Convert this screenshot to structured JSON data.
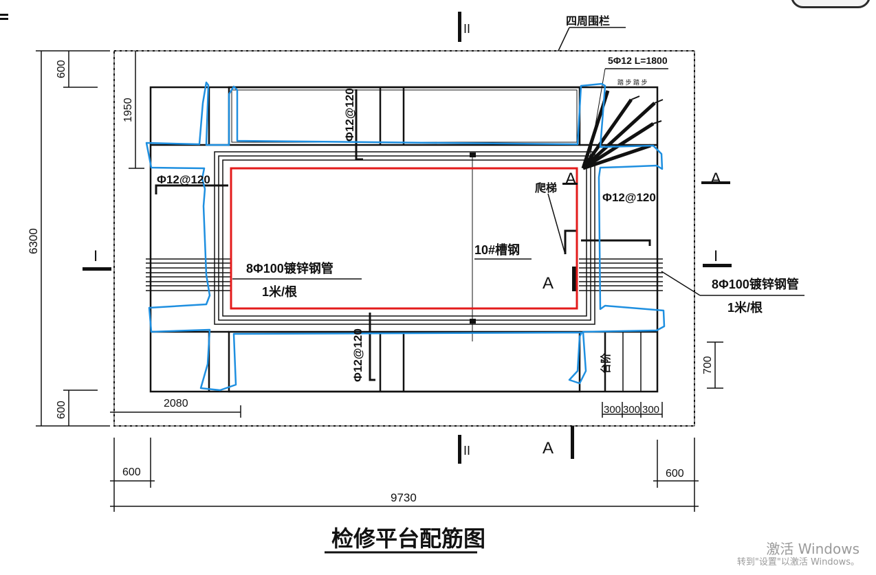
{
  "title": "检修平台配筋图",
  "labels": {
    "fence": "四周围栏",
    "rebar_5": "5Φ12   L=1800",
    "rebar_top": "Φ12@120",
    "rebar_left": "Φ12@120",
    "rebar_right": "Φ12@120",
    "rebar_bottom": "Φ12@120",
    "pipe_left_1": "8Φ100镀锌钢管",
    "pipe_left_2": "1米/根",
    "pipe_right_1": "8Φ100镀锌钢管",
    "pipe_right_2": "1米/根",
    "channel": "10#槽钢",
    "ladder": "爬梯",
    "steps": "台阶",
    "step_small": "踏 步 踏 步"
  },
  "sections": {
    "A_top": "A",
    "A_right": "A",
    "A_inner": "A",
    "A_bottom": "A",
    "I_left": "I",
    "I_right": "I",
    "II_top": "II",
    "II_bottom": "II"
  },
  "dims": {
    "total_height": "6300",
    "top_600": "600",
    "top_1950": "1950",
    "bottom_600": "600",
    "left_2080": "2080",
    "right_700": "700",
    "step_300_a": "300",
    "step_300_b": "300",
    "step_300_c": "300",
    "bottom_left_600": "600",
    "bottom_right_600": "600",
    "total_width": "9730"
  },
  "watermark": {
    "line1": "激活 Windows",
    "line2": "转到\"设置\"以激活 Windows。"
  },
  "colors": {
    "line": "#111111",
    "red": "#e31b1b",
    "blue": "#1e8fe0"
  }
}
